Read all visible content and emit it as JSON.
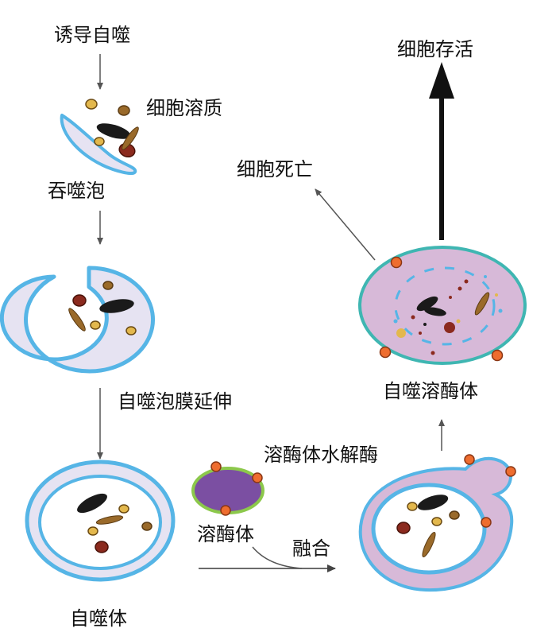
{
  "labels": {
    "induce": "诱导自噬",
    "cytoplasm": "细胞溶质",
    "phagophore": "吞噬泡",
    "elongation": "自噬泡膜延伸",
    "autophagosome": "自噬体",
    "lysosome": "溶酶体",
    "hydrolase": "溶酶体水解酶",
    "fusion": "融合",
    "autolysosome": "自噬溶酶体",
    "cell_death": "细胞死亡",
    "cell_survival": "细胞存活"
  },
  "colors": {
    "membrane": "#56b5e6",
    "membrane_fill": "#e6e3f2",
    "autolysosome_fill": "#d7b9d8",
    "autolysosome_rim": "#3fb6b2",
    "lysosome_fill": "#7b4fa2",
    "lysosome_rim": "#8cc84b",
    "enzyme": "#ee6d2f",
    "organelle_dark": "#1a1a1a",
    "organelle_red": "#8b2a1e",
    "organelle_brown": "#9a6a2a",
    "organelle_yellow": "#e3b84d"
  }
}
